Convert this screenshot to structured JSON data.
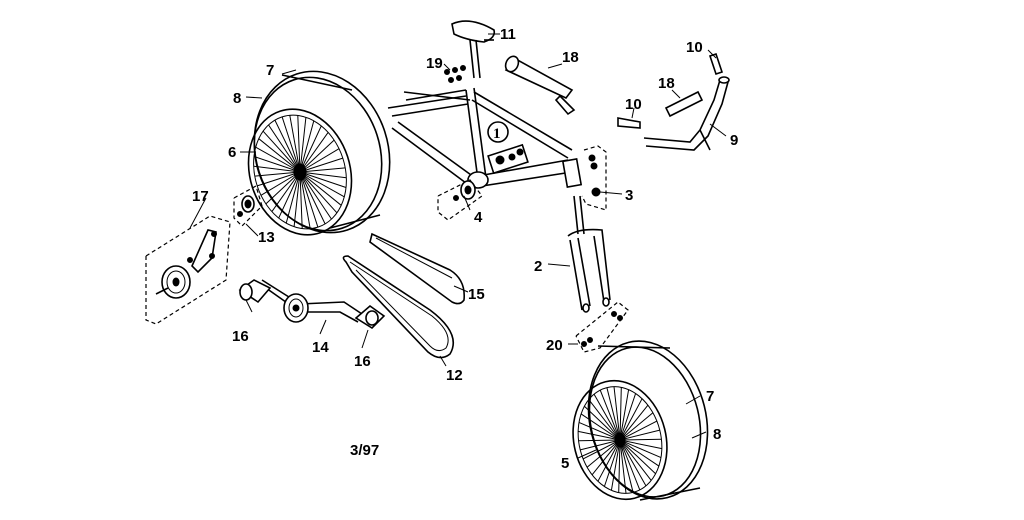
{
  "diagram": {
    "footer_code": "3/97",
    "callouts": {
      "frame": "1",
      "fork": "2",
      "headset": "3",
      "bottom_bracket": "4",
      "front_wheel": "5",
      "rear_wheel": "6",
      "tire_rear": "7",
      "tire_front": "7",
      "tube_rear": "8",
      "tube_front": "8",
      "handlebar": "9",
      "grip_left": "10",
      "grip_right": "10",
      "seat": "11",
      "chain": "12",
      "axle_nuts": "13",
      "crank": "14",
      "chain_guard": "15",
      "pedal_left": "16",
      "pedal_right": "16",
      "training_wheel_kit": "17",
      "pad_bar": "18",
      "pad_frame": "18",
      "seat_clamp": "19",
      "fork_nuts": "20"
    }
  }
}
